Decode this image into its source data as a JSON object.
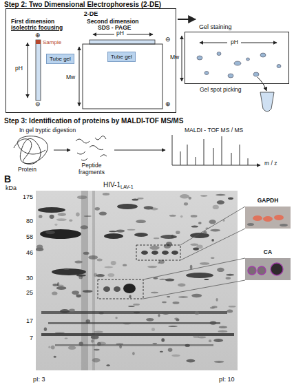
{
  "diagram": {
    "nodes": [
      {
        "text": [
          "2-DE"
        ]
      },
      {
        "text": [
          "Tube gel"
        ],
        "in": 0
      },
      {
        "text": [
          "Tube gel"
        ],
        "in": 0
      },
      {
        "text": [
          "Gel staining",
          "pH"
        ]
      },
      {
        "text": [
          "GAPDH"
        ]
      },
      {
        "text": [
          "CA"
        ]
      }
    ],
    "labels": [
      "Step 2: Two Dimensional Electrophoresis (2-DE)",
      "First dimension",
      "Isolectric focusing",
      "⊕",
      "Sample",
      "pH",
      "⊖",
      "Second dimension",
      "SDS - PAGE",
      "pH",
      "⊖",
      "Mw",
      "⊕",
      "Mw",
      "Gel spot picking",
      "Step 3: Identification of proteins by MALDI-TOF MS/MS",
      "In gel tryptic digestion",
      "MALDI - TOF MS / MS",
      "Protein",
      "Peptide fragments",
      "m / z",
      "B",
      "kDa",
      "HIV-1",
      "LAV-1",
      "175",
      "80",
      "58",
      "46",
      "30",
      "25",
      "17",
      "7",
      "pI: 3",
      "pI: 10"
    ]
  }
}
